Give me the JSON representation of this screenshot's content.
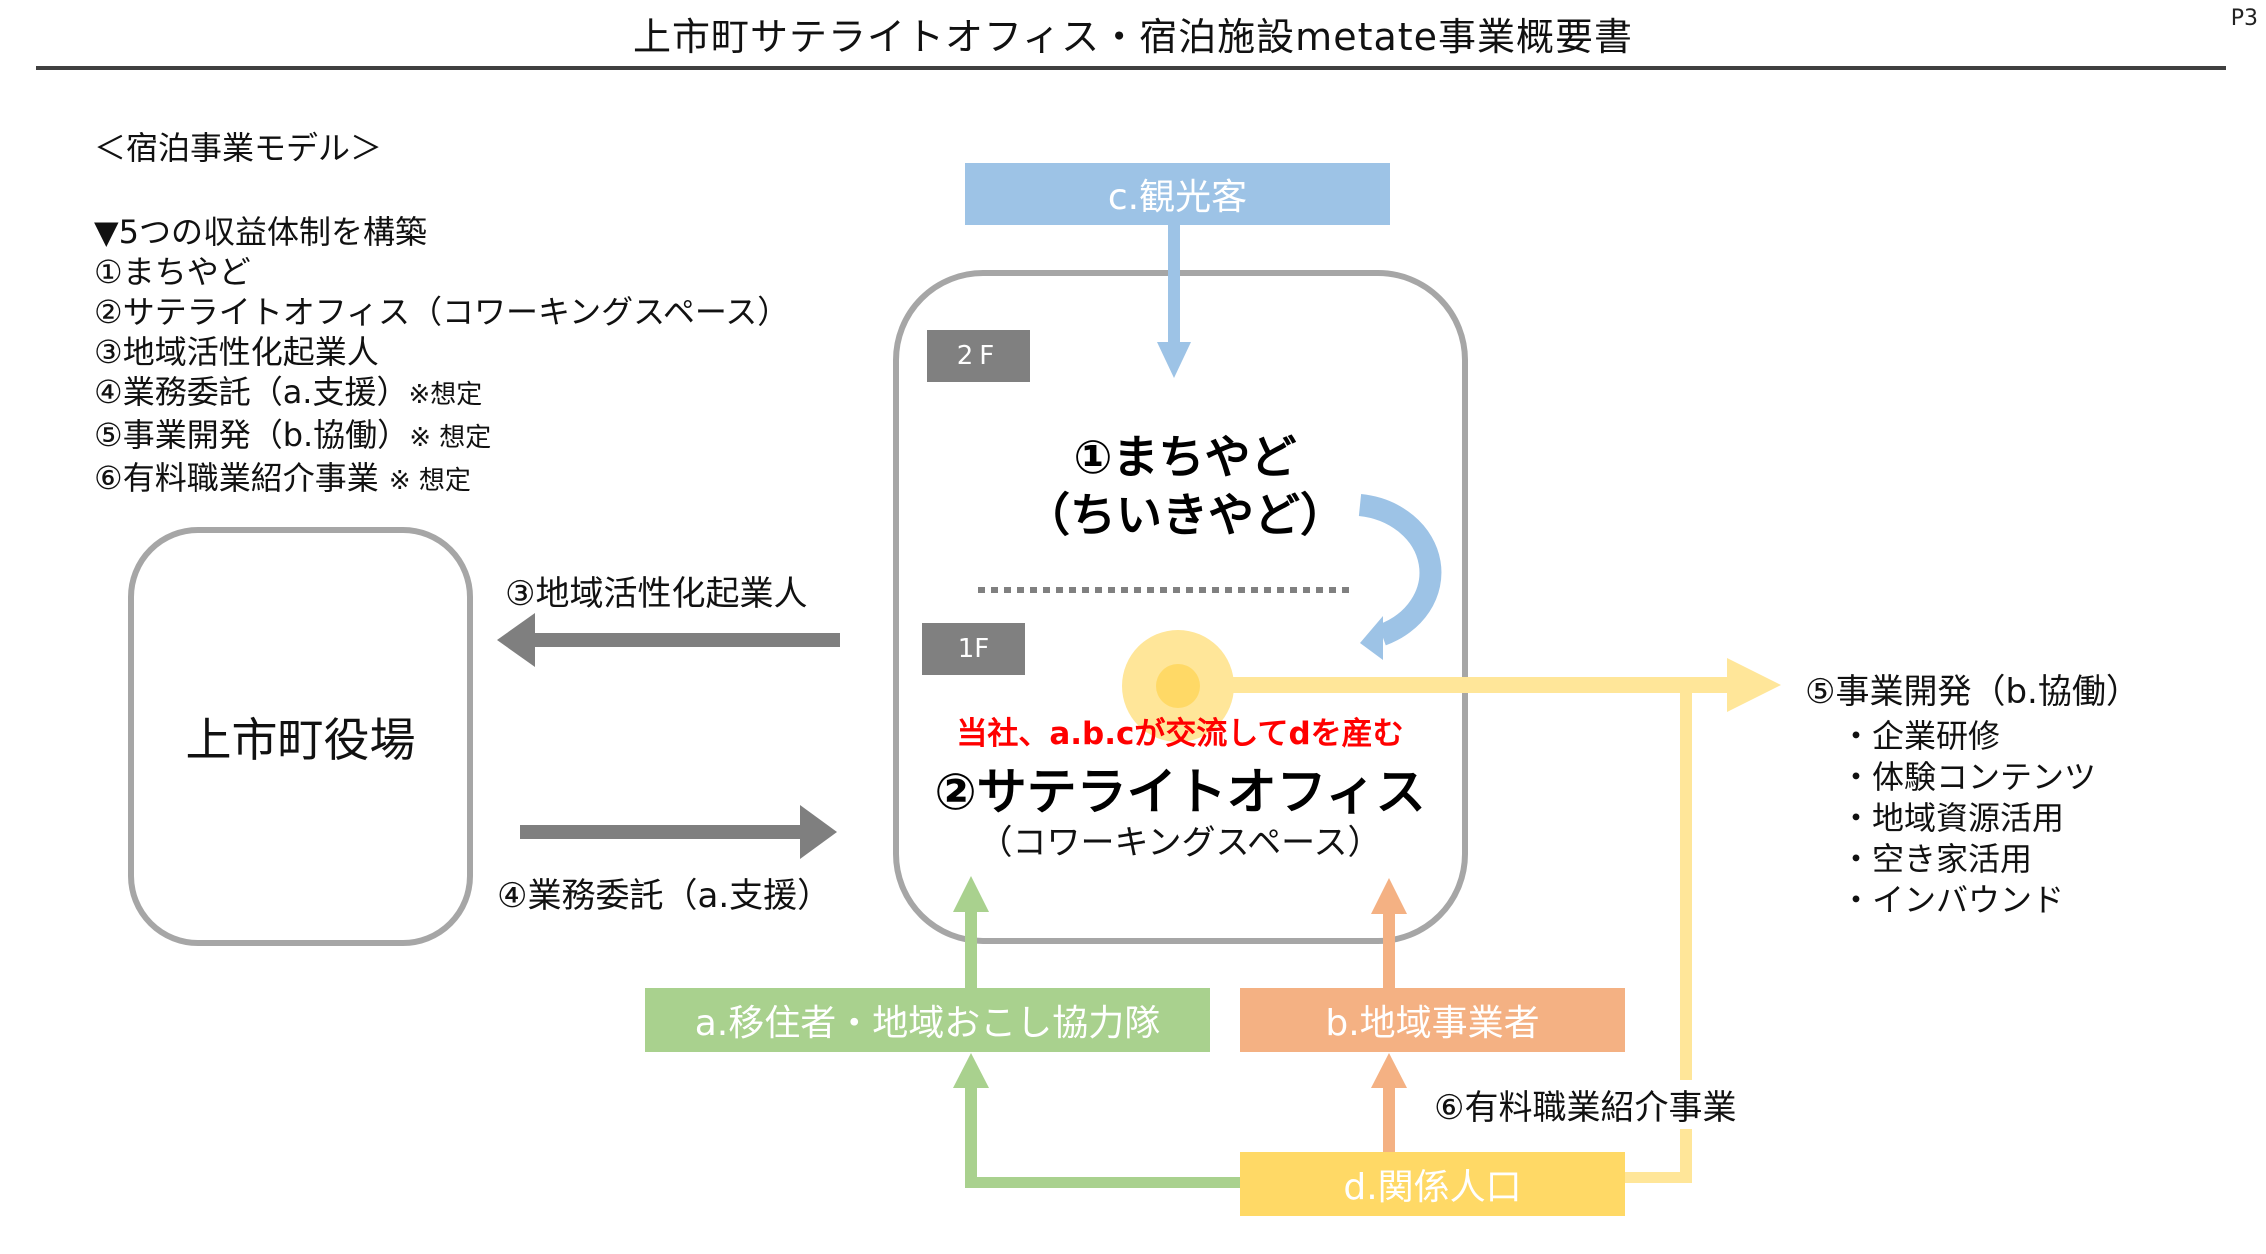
{
  "header": {
    "title": "上市町サテライトオフィス・宿泊施設metate事業概要書",
    "page_number": "P3"
  },
  "left_panel": {
    "heading": "＜宿泊事業モデル＞",
    "revenue_title": "▼5つの収益体制を構築",
    "revenue_items": [
      {
        "text": "①まちやど",
        "note": ""
      },
      {
        "text": "②サテライトオフィス（コワーキングスペース）",
        "note": ""
      },
      {
        "text": "③地域活性化起業人",
        "note": ""
      },
      {
        "text": "④業務委託（a.支援）",
        "note": "※想定"
      },
      {
        "text": "⑤事業開発（b.協働）",
        "note": "※ 想定"
      },
      {
        "text": "⑥有料職業紹介事業 ",
        "note": "※ 想定"
      }
    ]
  },
  "diagram": {
    "town_hall": "上市町役場",
    "tourists": "c.観光客",
    "floor_2f": "2F",
    "floor_1f": "1F",
    "machiyado_line1": "①まちやど",
    "machiyado_line2": "（ちいきやど）",
    "exchange_text": "当社、a.b.cが交流してdを産む",
    "satellite_office": "②サテライトオフィス",
    "coworking": "（コワーキングスペース）",
    "flow_3": "③地域活性化起業人",
    "flow_4": "④業務委託（a.支援）",
    "flow_6": "⑥有料職業紹介事業",
    "migrants": "a.移住者・地域おこし協力隊",
    "local_business": "b.地域事業者",
    "related_population": "d.関係人口",
    "business_dev": {
      "title": "⑤事業開発（b.協働）",
      "items": [
        "・企業研修",
        "・体験コンテンツ",
        "・地域資源活用",
        "・空き家活用",
        "・インバウンド"
      ]
    }
  },
  "colors": {
    "blue": "#9dc3e6",
    "green": "#a9d18e",
    "orange": "#f4b183",
    "yellow": "#ffd966",
    "light_yellow": "#ffe699",
    "gray_arrow": "#7f7f7f",
    "border_gray": "#a6a6a6",
    "red_text": "#ff0000"
  }
}
